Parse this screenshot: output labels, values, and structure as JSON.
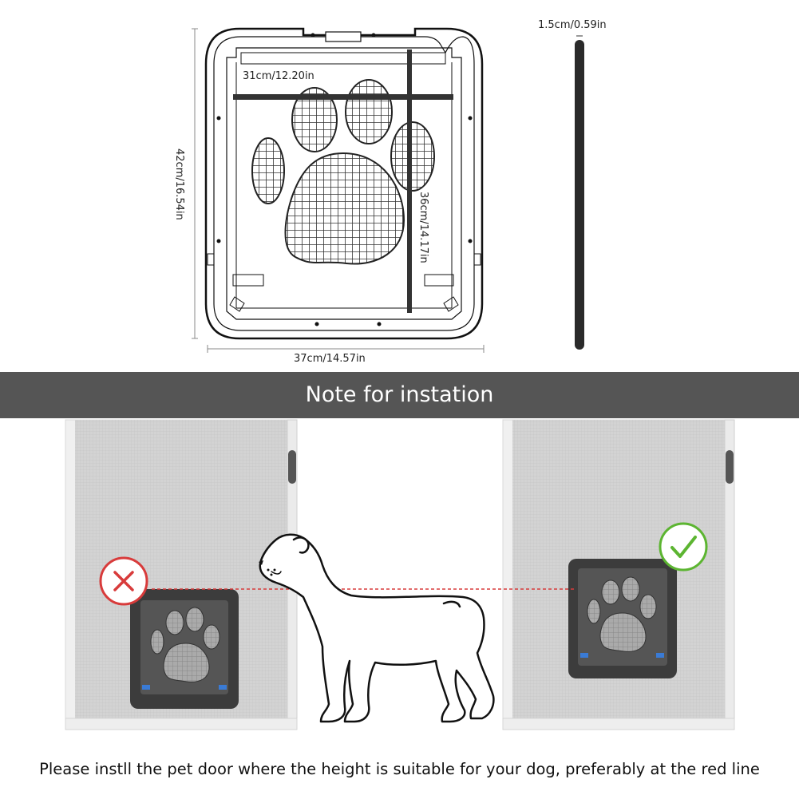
{
  "dimensions": {
    "width": "37cm/14.57in",
    "height": "42cm/16.54in",
    "inner_width": "31cm/12.20in",
    "inner_height": "36cm/14.17in",
    "thickness": "1.5cm/0.59in"
  },
  "banner": {
    "title": "Note for instation"
  },
  "caption": {
    "text": "Please instll the pet door where the height is suitable for your dog, preferably at the red line"
  },
  "icons": {
    "wrong": "x-circle-icon",
    "correct": "check-circle-icon"
  },
  "colors": {
    "wrong": "#d83b3b",
    "correct": "#5cb531",
    "guide_line": "#d83b3b",
    "banner": "#555555"
  }
}
